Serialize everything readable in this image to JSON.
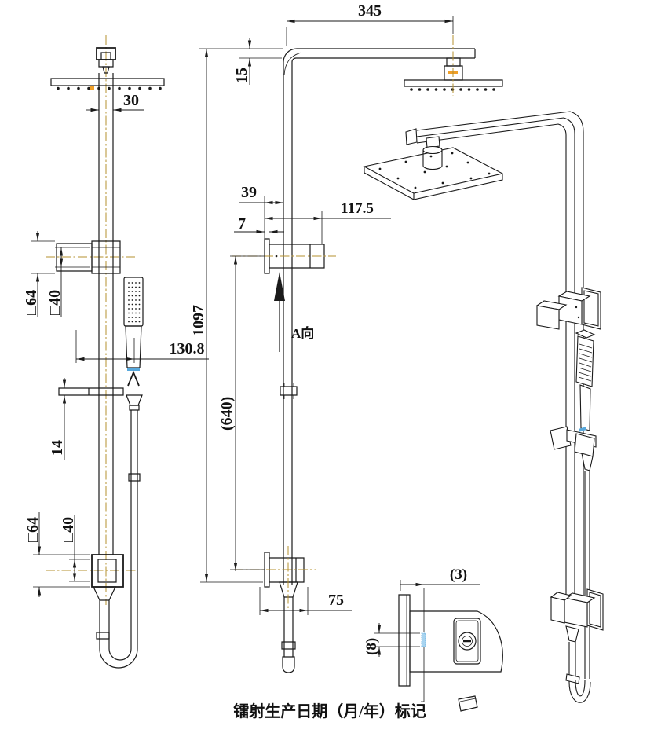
{
  "drawing": {
    "labels": {
      "view_direction": "A向",
      "note": "镭射生产日期（月/年）标记"
    },
    "dims": {
      "top_width": "345",
      "arm_height": "15",
      "column_width": "30",
      "bracket_offset": "39",
      "bracket_depth": "117.5",
      "flange_thickness": "7",
      "total_height": "1097",
      "bracket_spacing": "(640)",
      "handheld_offset": "130.8",
      "upper_bracket_outer": "□64",
      "upper_bracket_inner": "□40",
      "holder_thickness": "14",
      "lower_bracket_outer": "□64",
      "lower_bracket_inner": "□40",
      "outlet_depth": "75",
      "mark_offset": "(3)",
      "mark_height": "(8)"
    },
    "colors": {
      "line": "#1a1a1a",
      "centerline": "#b5912f",
      "water_mark": "#58a8dc",
      "accent_mark": "#f0a028",
      "background": "#ffffff"
    }
  }
}
